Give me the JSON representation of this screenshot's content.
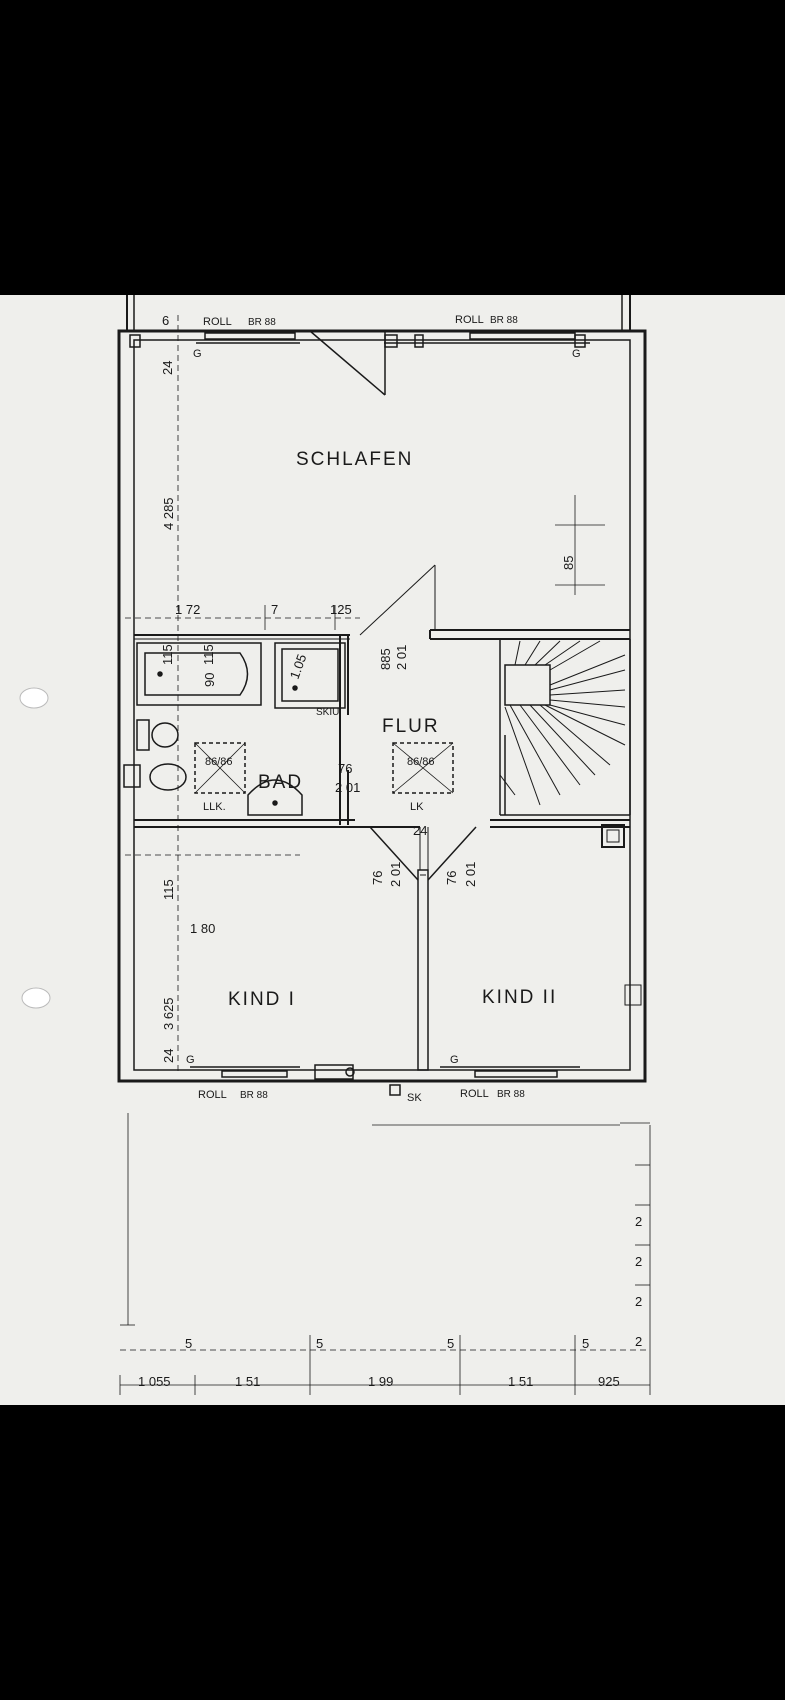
{
  "rooms": {
    "schlafen": "SCHLAFEN",
    "flur": "FLUR",
    "bad": "BAD",
    "kind1": "KIND I",
    "kind2": "KIND II"
  },
  "labels": {
    "roll_top_left": "ROLL",
    "br_top_left": "BR 88",
    "roll_top_right": "ROLL",
    "br_top_right": "BR 88",
    "roll_bottom_left": "ROLL",
    "br_bottom_left": "BR 88",
    "roll_bottom_right": "ROLL",
    "br_bottom_right": "BR 88",
    "sk": "SK",
    "skiu": "SKIU",
    "g": "G",
    "llk": "LLK.",
    "lk": "LK",
    "size_bad": "86/86",
    "size_flur": "86/86"
  },
  "dimensions": {
    "d_6": "6",
    "d_24_top": "24",
    "d_4285": "4 285",
    "d_85": "85",
    "d_172": "1 72",
    "d_7": "7",
    "d_125": "125",
    "d_115a": "115",
    "d_115b": "115",
    "d_885": "885",
    "d_201a": "2 01",
    "d_90": "90",
    "d_105": "1.05",
    "d_76a": "76",
    "d_201b": "2 01",
    "d_24mid": "24",
    "d_76b": "76",
    "d_201c": "2 01",
    "d_76c": "76",
    "d_201d": "2 01",
    "d_115c": "115",
    "d_180": "1 80",
    "d_3625": "3 625",
    "d_24_bot": "24",
    "d_5a": "5",
    "d_5b": "5",
    "d_5c": "5",
    "d_5d": "5",
    "d_2a": "2",
    "d_2b": "2",
    "d_2c": "2",
    "d_2d": "2",
    "d_1055": "1 055",
    "d_151a": "1 51",
    "d_199": "1 99",
    "d_151b": "1 51",
    "d_925": "925"
  }
}
